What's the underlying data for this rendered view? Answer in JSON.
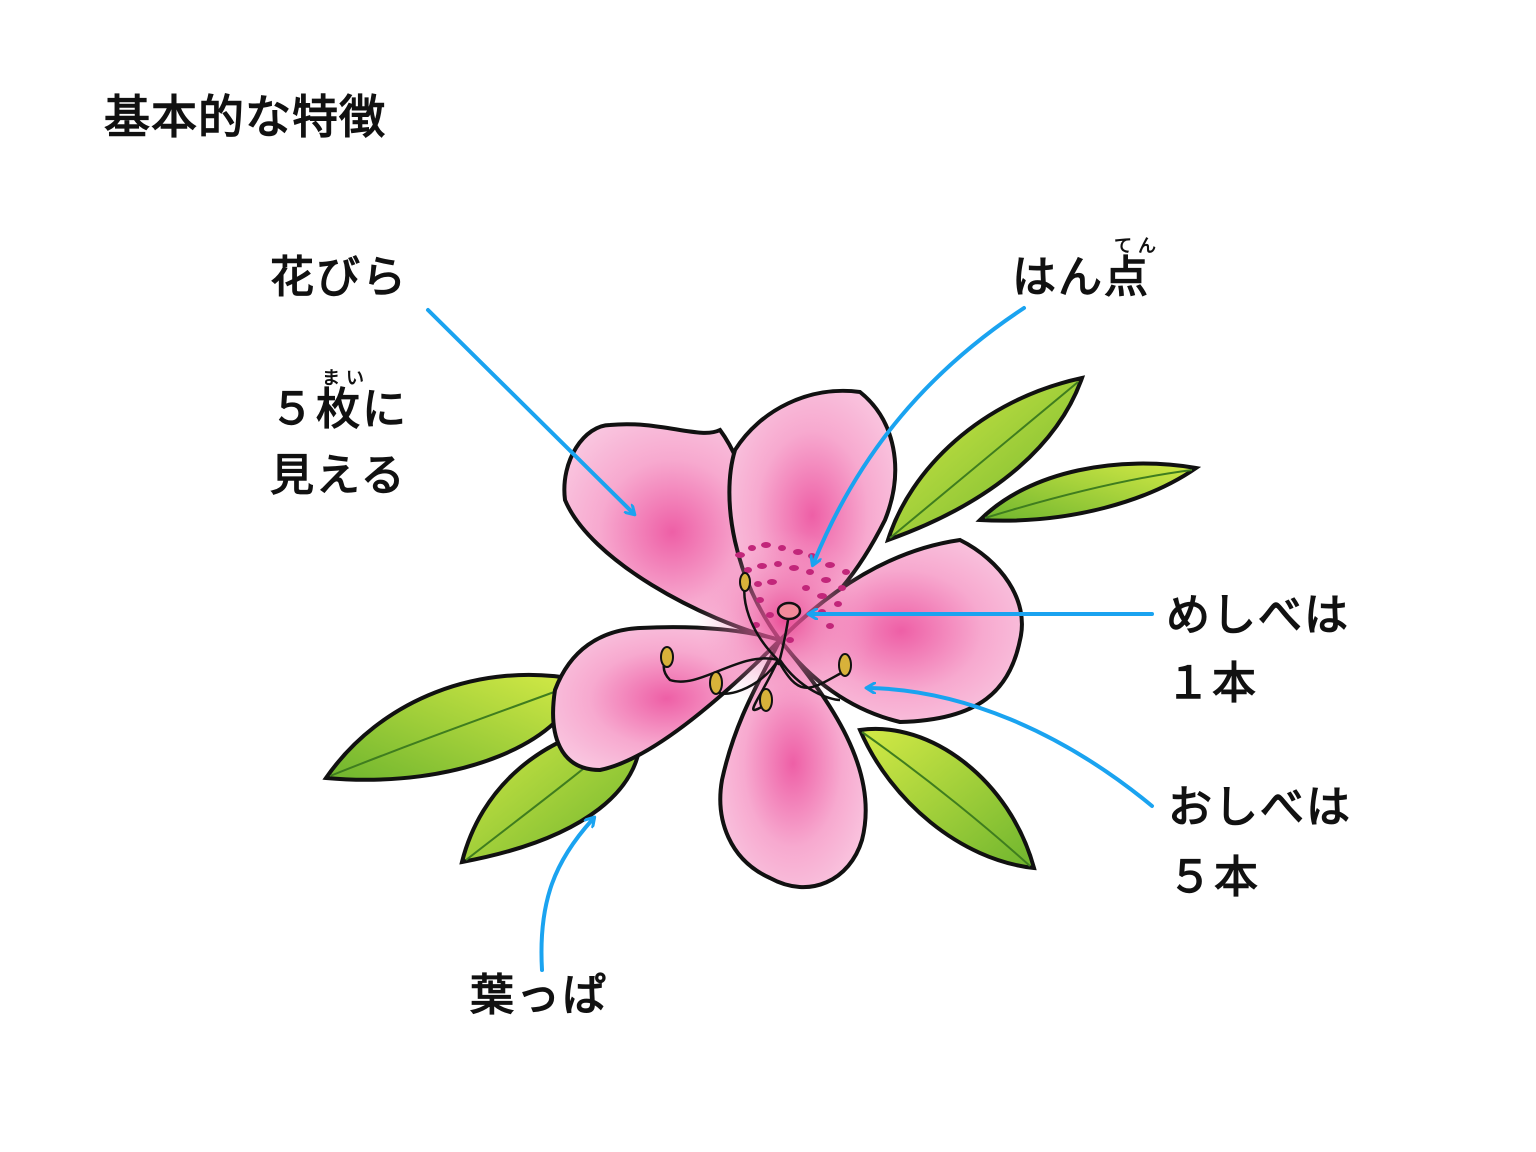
{
  "title": "基本的な特徴",
  "labels": {
    "petal_name": "花びら",
    "petal_count_line1": "５枚に",
    "petal_count_line2": "見える",
    "petal_ruby": "まい",
    "spots": "はん点",
    "spots_ruby": "てん",
    "pistil_line1": "めしべは",
    "pistil_line2": "１本",
    "stamen_line1": "おしべは",
    "stamen_line2": "５本",
    "leaf": "葉っぱ"
  },
  "colors": {
    "arrow": "#1aa3f0",
    "petal_light": "#fbd3e6",
    "petal_deep": "#ee5fa6",
    "leaf_light": "#c9e63a",
    "leaf_dark": "#5fae2b",
    "anther": "#d8b23a",
    "stigma": "#f28a9a"
  }
}
